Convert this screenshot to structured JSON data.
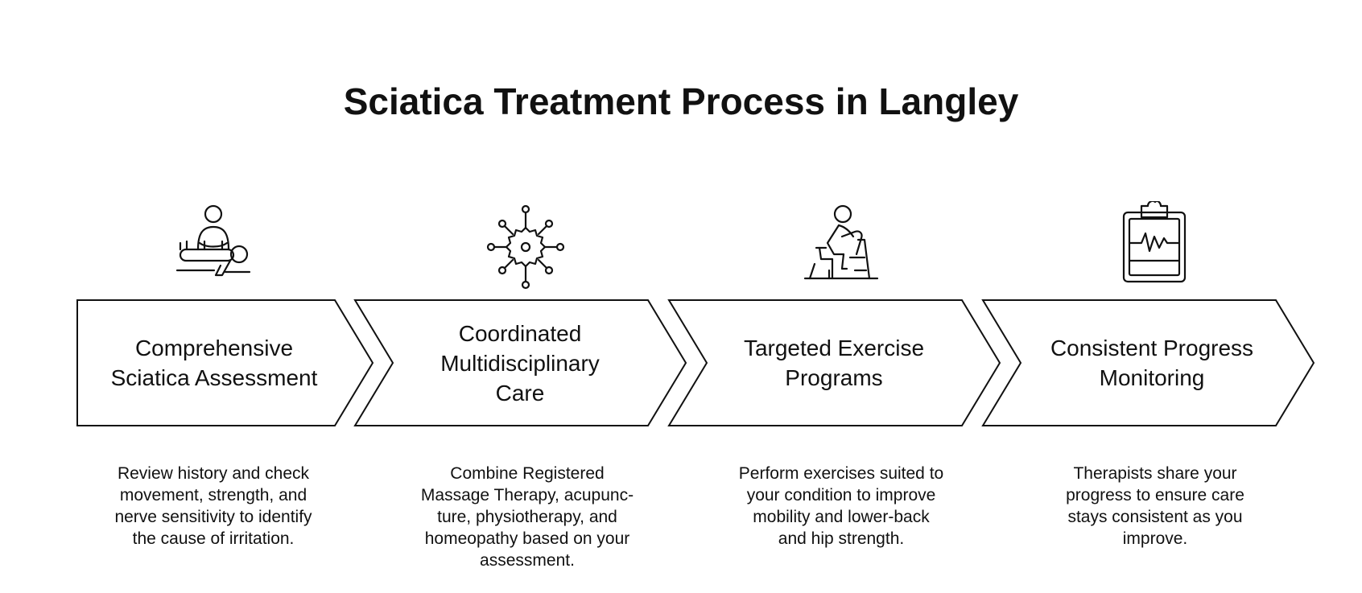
{
  "title": "Sciatica Treatment Process in Langley",
  "colors": {
    "stroke": "#111111",
    "background": "#ffffff"
  },
  "steps": [
    {
      "icon": "massage-therapy-icon",
      "label_lines": [
        "Comprehensive",
        "Sciatica Assessment"
      ],
      "description_lines": [
        "Review history and check",
        "movement, strength, and",
        "nerve sensitivity to identify",
        "the cause of irritation."
      ]
    },
    {
      "icon": "network-gear-icon",
      "label_lines": [
        "Coordinated",
        "Multidisciplinary",
        "Care"
      ],
      "description_lines": [
        "Combine Registered",
        "Massage Therapy, acupunc-",
        "ture, physiotherapy, and",
        "homeopathy based on your",
        "assessment."
      ]
    },
    {
      "icon": "exercise-bike-icon",
      "label_lines": [
        "Targeted Exercise",
        "Programs"
      ],
      "description_lines": [
        "Perform exercises suited to",
        "your condition to improve",
        "mobility and lower-back",
        "and hip strength."
      ]
    },
    {
      "icon": "clipboard-chart-icon",
      "label_lines": [
        "Consistent Progress",
        "Monitoring"
      ],
      "description_lines": [
        "Therapists share your",
        "progress to ensure care",
        "stays consistent as you",
        "improve."
      ]
    }
  ]
}
